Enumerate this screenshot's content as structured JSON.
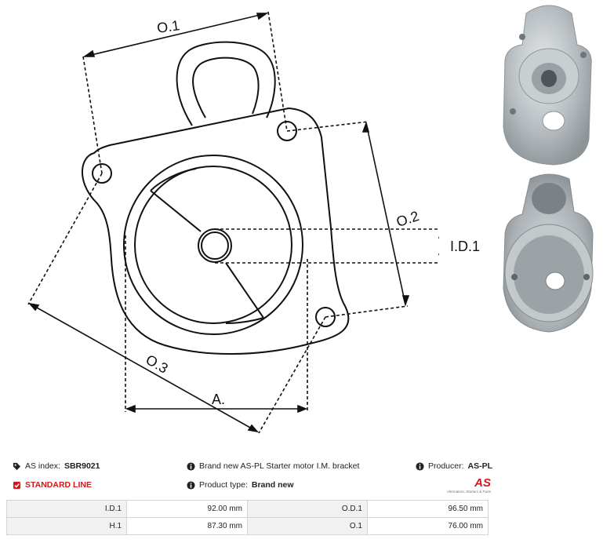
{
  "drawing": {
    "labels": {
      "o1": "O.1",
      "o2": "O.2",
      "o3": "O.3",
      "id1": "I.D.1",
      "a": "A."
    }
  },
  "info": {
    "index_label": "AS index:",
    "index_value": "SBR9021",
    "description": "Brand new AS-PL Starter motor I.M. bracket",
    "producer_label": "Producer:",
    "producer_value": "AS-PL",
    "line": "STANDARD LINE",
    "type_label": "Product type:",
    "type_value": "Brand new"
  },
  "logo": {
    "mark": "AS",
    "tagline": "Alternators, Starters & Parts"
  },
  "specs": [
    {
      "k1": "I.D.1",
      "v1": "92.00 mm",
      "k2": "O.D.1",
      "v2": "96.50 mm"
    },
    {
      "k1": "H.1",
      "v1": "87.30 mm",
      "k2": "O.1",
      "v2": "76.00 mm"
    }
  ],
  "colors": {
    "accent_red": "#d0191d",
    "table_label_bg": "#f1f1f1",
    "table_border": "#d4d4d4"
  },
  "icons": [
    "tag-icon",
    "info-icon",
    "checkbox-icon"
  ]
}
